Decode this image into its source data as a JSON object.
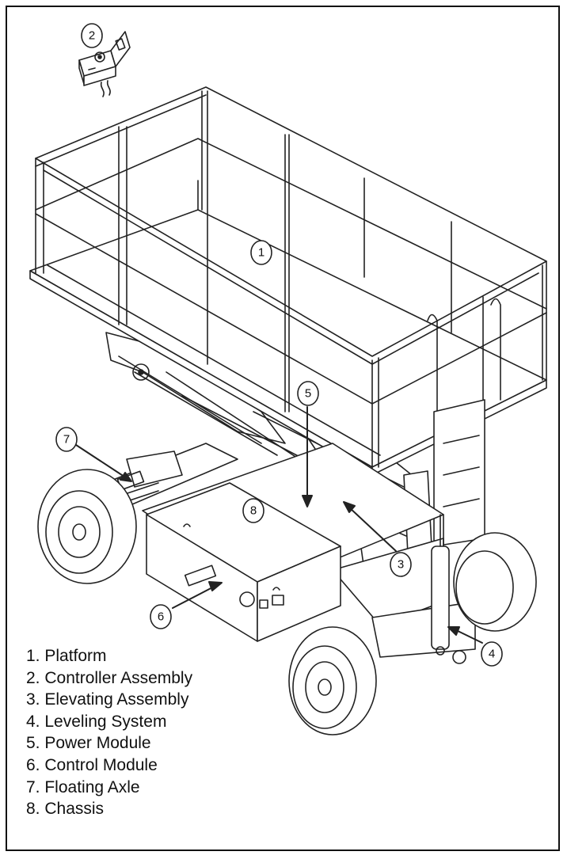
{
  "callouts": [
    "1",
    "2",
    "3",
    "4",
    "5",
    "6",
    "7",
    "8"
  ],
  "legend": [
    {
      "number": "1.",
      "label": "Platform"
    },
    {
      "number": "2.",
      "label": "Controller Assembly"
    },
    {
      "number": "3.",
      "label": "Elevating Assembly"
    },
    {
      "number": "4.",
      "label": "Leveling System"
    },
    {
      "number": "5.",
      "label": "Power Module"
    },
    {
      "number": "6.",
      "label": "Control Module"
    },
    {
      "number": "7.",
      "label": "Floating Axle"
    },
    {
      "number": "8.",
      "label": "Chassis"
    }
  ]
}
